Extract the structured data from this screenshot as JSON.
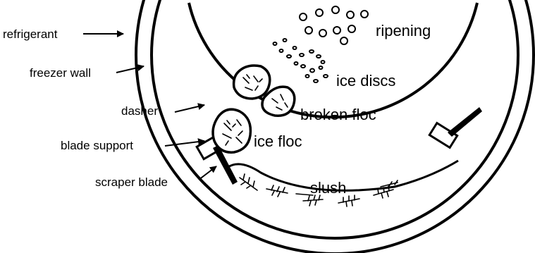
{
  "labels": {
    "refrigerant": "refrigerant",
    "freezer_wall": "freezer wall",
    "dasher": "dasher",
    "blade_support": "blade support",
    "scraper_blade": "scraper blade",
    "ripening": "ripening",
    "ice_discs": "ice discs",
    "broken_floc": "broken floc",
    "ice_floc": "ice floc",
    "slush": "slush"
  },
  "colors": {
    "line": "#000000",
    "background": "#ffffff"
  }
}
